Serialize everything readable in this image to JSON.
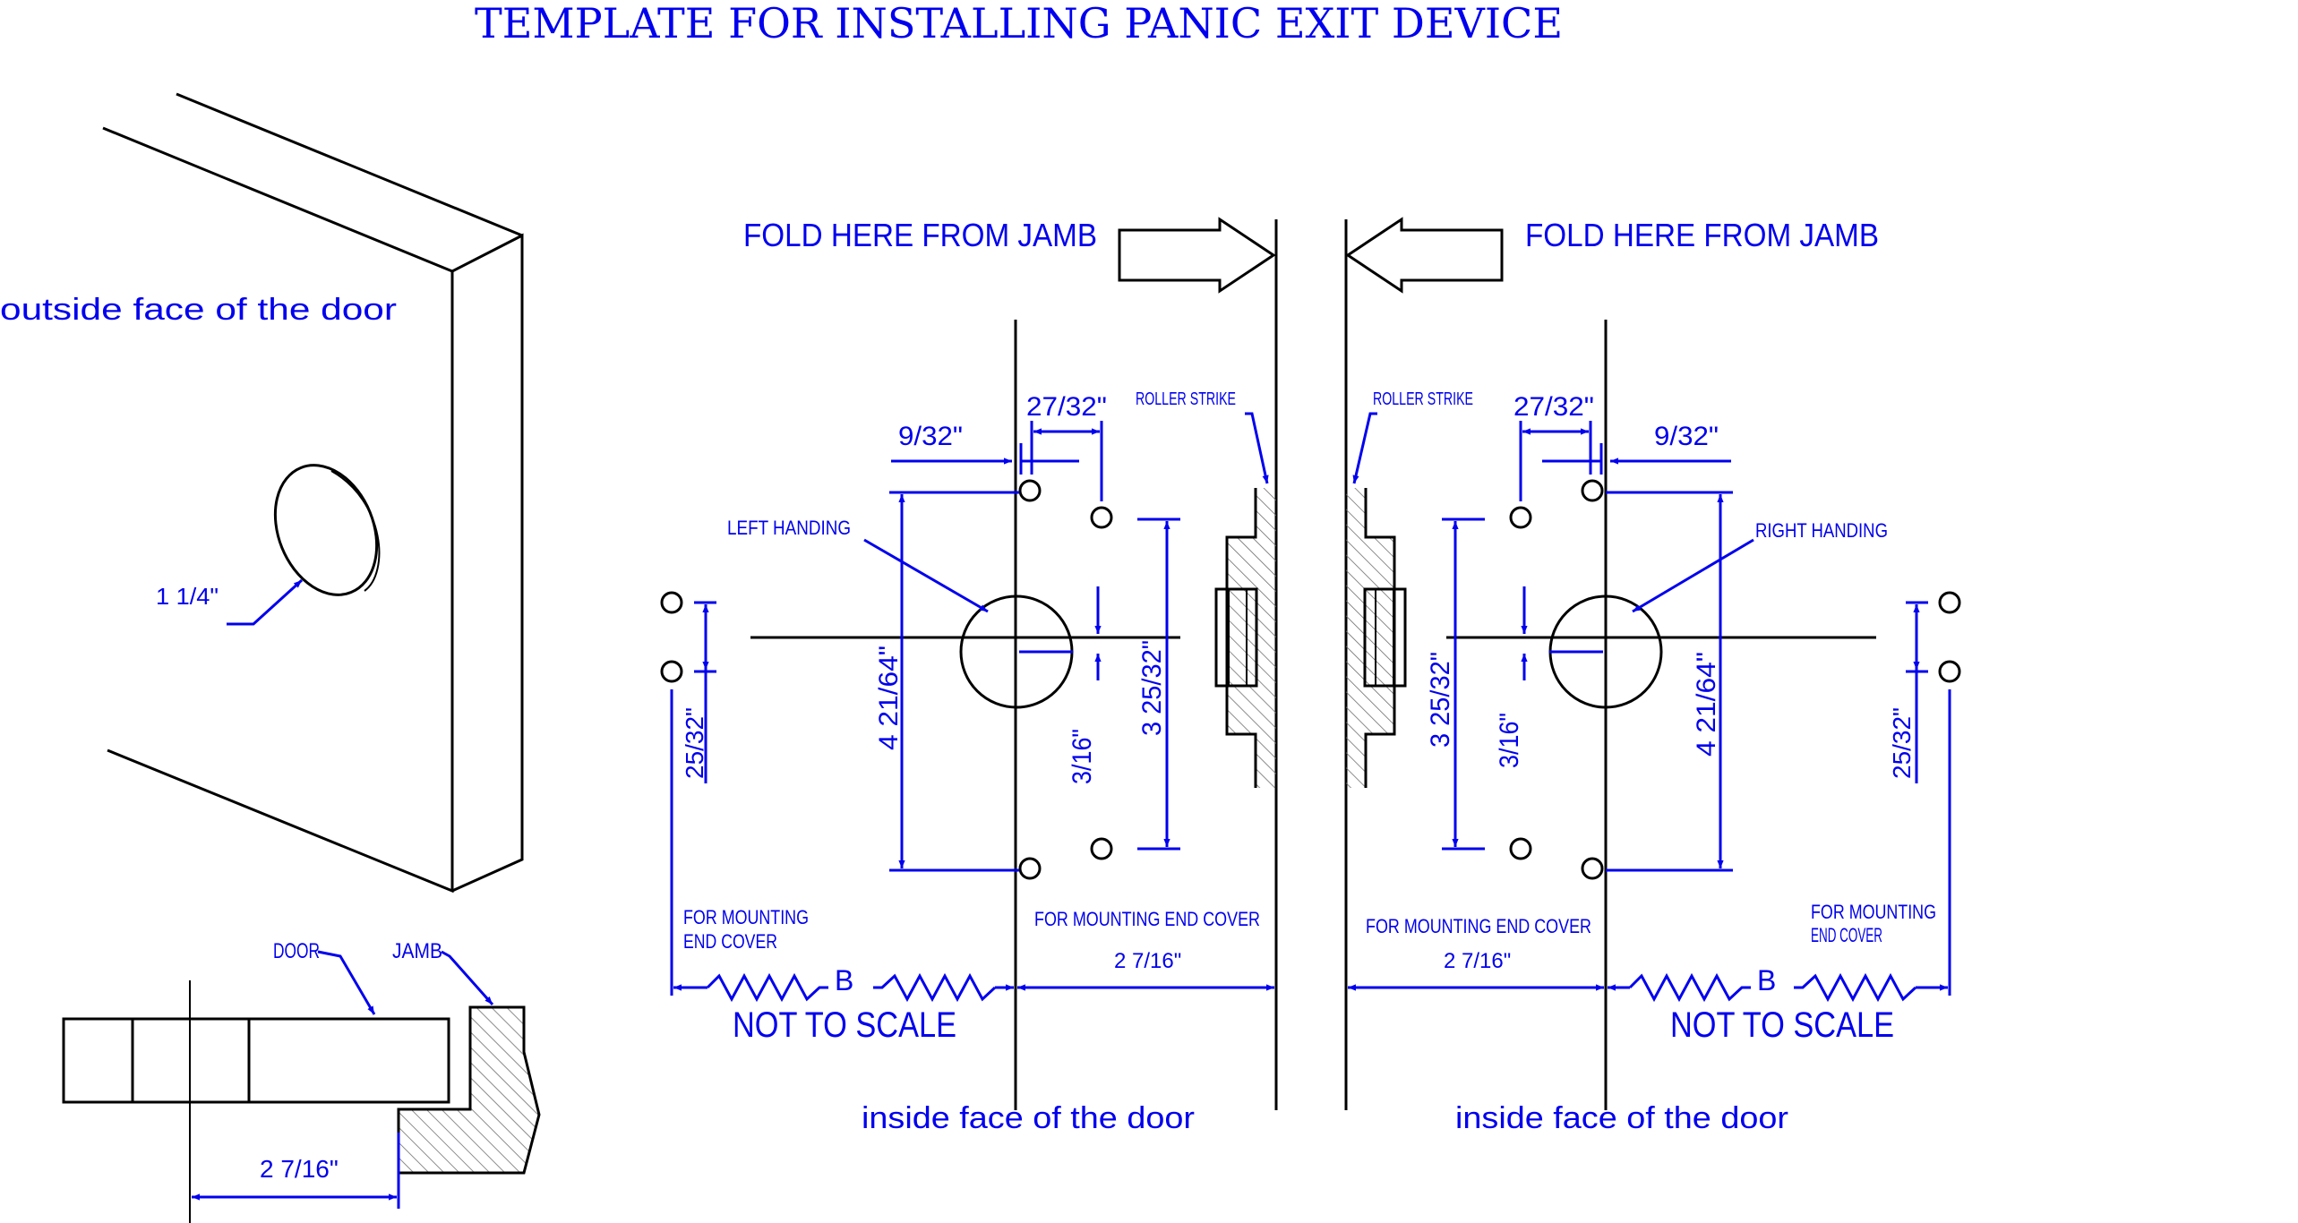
{
  "title": "TEMPLATE FOR INSTALLING PANIC EXIT DEVICE",
  "labels": {
    "outside_face": "outside face of the door",
    "inside_face_left": "inside face of the door",
    "inside_face_right": "inside face of the door",
    "fold_left": "FOLD HERE FROM JAMB",
    "fold_right": "FOLD HERE FROM JAMB",
    "hole_dia": "1 1/4\"",
    "door": "DOOR",
    "jamb": "JAMB",
    "bottom_dim": "2 7/16\"",
    "roller_strike_left": "ROLLER STRIKE",
    "roller_strike_right": "ROLLER STRIKE",
    "left_handing": "LEFT HANDING",
    "right_handing": "RIGHT HANDING",
    "for_mounting_l1a": "FOR MOUNTING",
    "for_mounting_l1b": "END COVER",
    "for_mounting_l2": "FOR MOUNTING END COVER",
    "for_mounting_r1": "FOR MOUNTING END COVER",
    "for_mounting_r2a": "FOR MOUNTING",
    "for_mounting_r2b": "END COVER",
    "not_to_scale_left": "NOT TO SCALE",
    "not_to_scale_right": "NOT TO SCALE",
    "b_left": "B",
    "b_right": "B"
  },
  "dimensions": {
    "left": {
      "d_9_32": "9/32\"",
      "d_27_32": "27/32\"",
      "d_4_21_64": "4 21/64\"",
      "d_3_25_32": "3 25/32\"",
      "d_3_16": "3/16\"",
      "d_25_32": "25/32\"",
      "d_2_7_16": "2 7/16\""
    },
    "right": {
      "d_9_32": "9/32\"",
      "d_27_32": "27/32\"",
      "d_4_21_64": "4 21/64\"",
      "d_3_25_32": "3 25/32\"",
      "d_3_16": "3/16\"",
      "d_25_32": "25/32\"",
      "d_2_7_16": "2 7/16\""
    }
  },
  "colors": {
    "annotation": "#0000ee",
    "linework": "#000000"
  }
}
